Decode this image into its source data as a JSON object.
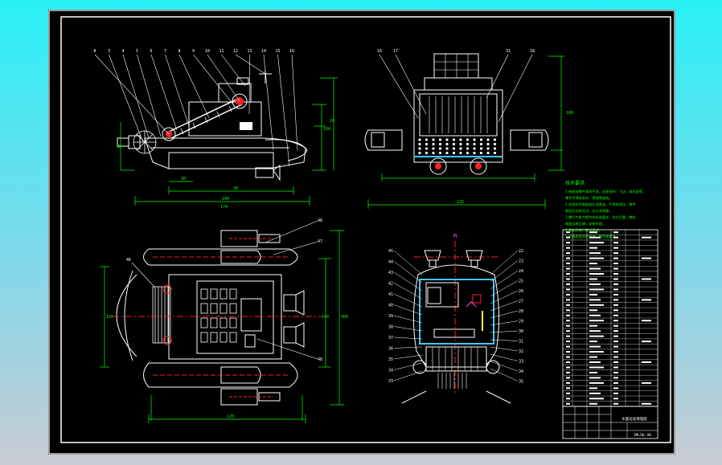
{
  "drawing": {
    "background": "#000000",
    "line_white": "#ffffff",
    "line_green": "#00ff00",
    "line_red": "#ff2020",
    "line_cyan": "#40c8ff",
    "line_magenta": "#ff40ff",
    "line_yellow": "#ffff40"
  },
  "views": {
    "side": {
      "balloons": [
        "8",
        "3",
        "4",
        "5",
        "6",
        "7",
        "8",
        "9",
        "10",
        "11",
        "12",
        "13",
        "14",
        "15",
        "16"
      ],
      "dims": [
        "140",
        "104",
        "30",
        "80",
        "30",
        "174",
        "20"
      ]
    },
    "front": {
      "balloons": [
        "16",
        "17",
        "32",
        "18"
      ],
      "dims": [
        "126",
        "180"
      ]
    },
    "top": {
      "balloons": [
        "48",
        "47",
        "46",
        "48"
      ],
      "dims": [
        "126",
        "240",
        "300",
        "120"
      ]
    },
    "section": {
      "mark_top": "M",
      "balloons_left": [
        "45",
        "44",
        "43",
        "42",
        "41",
        "40",
        "39",
        "38",
        "37",
        "36",
        "35",
        "34",
        "33"
      ],
      "balloons_right": [
        "22",
        "23",
        "24",
        "25",
        "26",
        "27",
        "28",
        "29",
        "30",
        "31",
        "32",
        "33",
        "34",
        "35"
      ]
    }
  },
  "notes": {
    "heading": "技术要求",
    "lines": [
      "1.装配前零件清洗干净，去除毛刺、飞边、氧化皮等，",
      "零件不得有划伤、锈蚀等缺陷。",
      "2.各密封件装配前应浸透油，不得有损伤，零件",
      "装配后运转灵活，无卡滞现象。",
      "3.螺钉拧紧力矩符合标准要求，均匀可靠，整机",
      "电路连接正确，安装牢固。",
      "4.装配后进行整机调试。",
      "5.外露表面涂防锈漆，颜色按要求。"
    ]
  },
  "bom": {
    "rows": 34
  },
  "title_block": {
    "title": "水面垃圾清理船",
    "drawing_no": "SMLJQL-00"
  }
}
